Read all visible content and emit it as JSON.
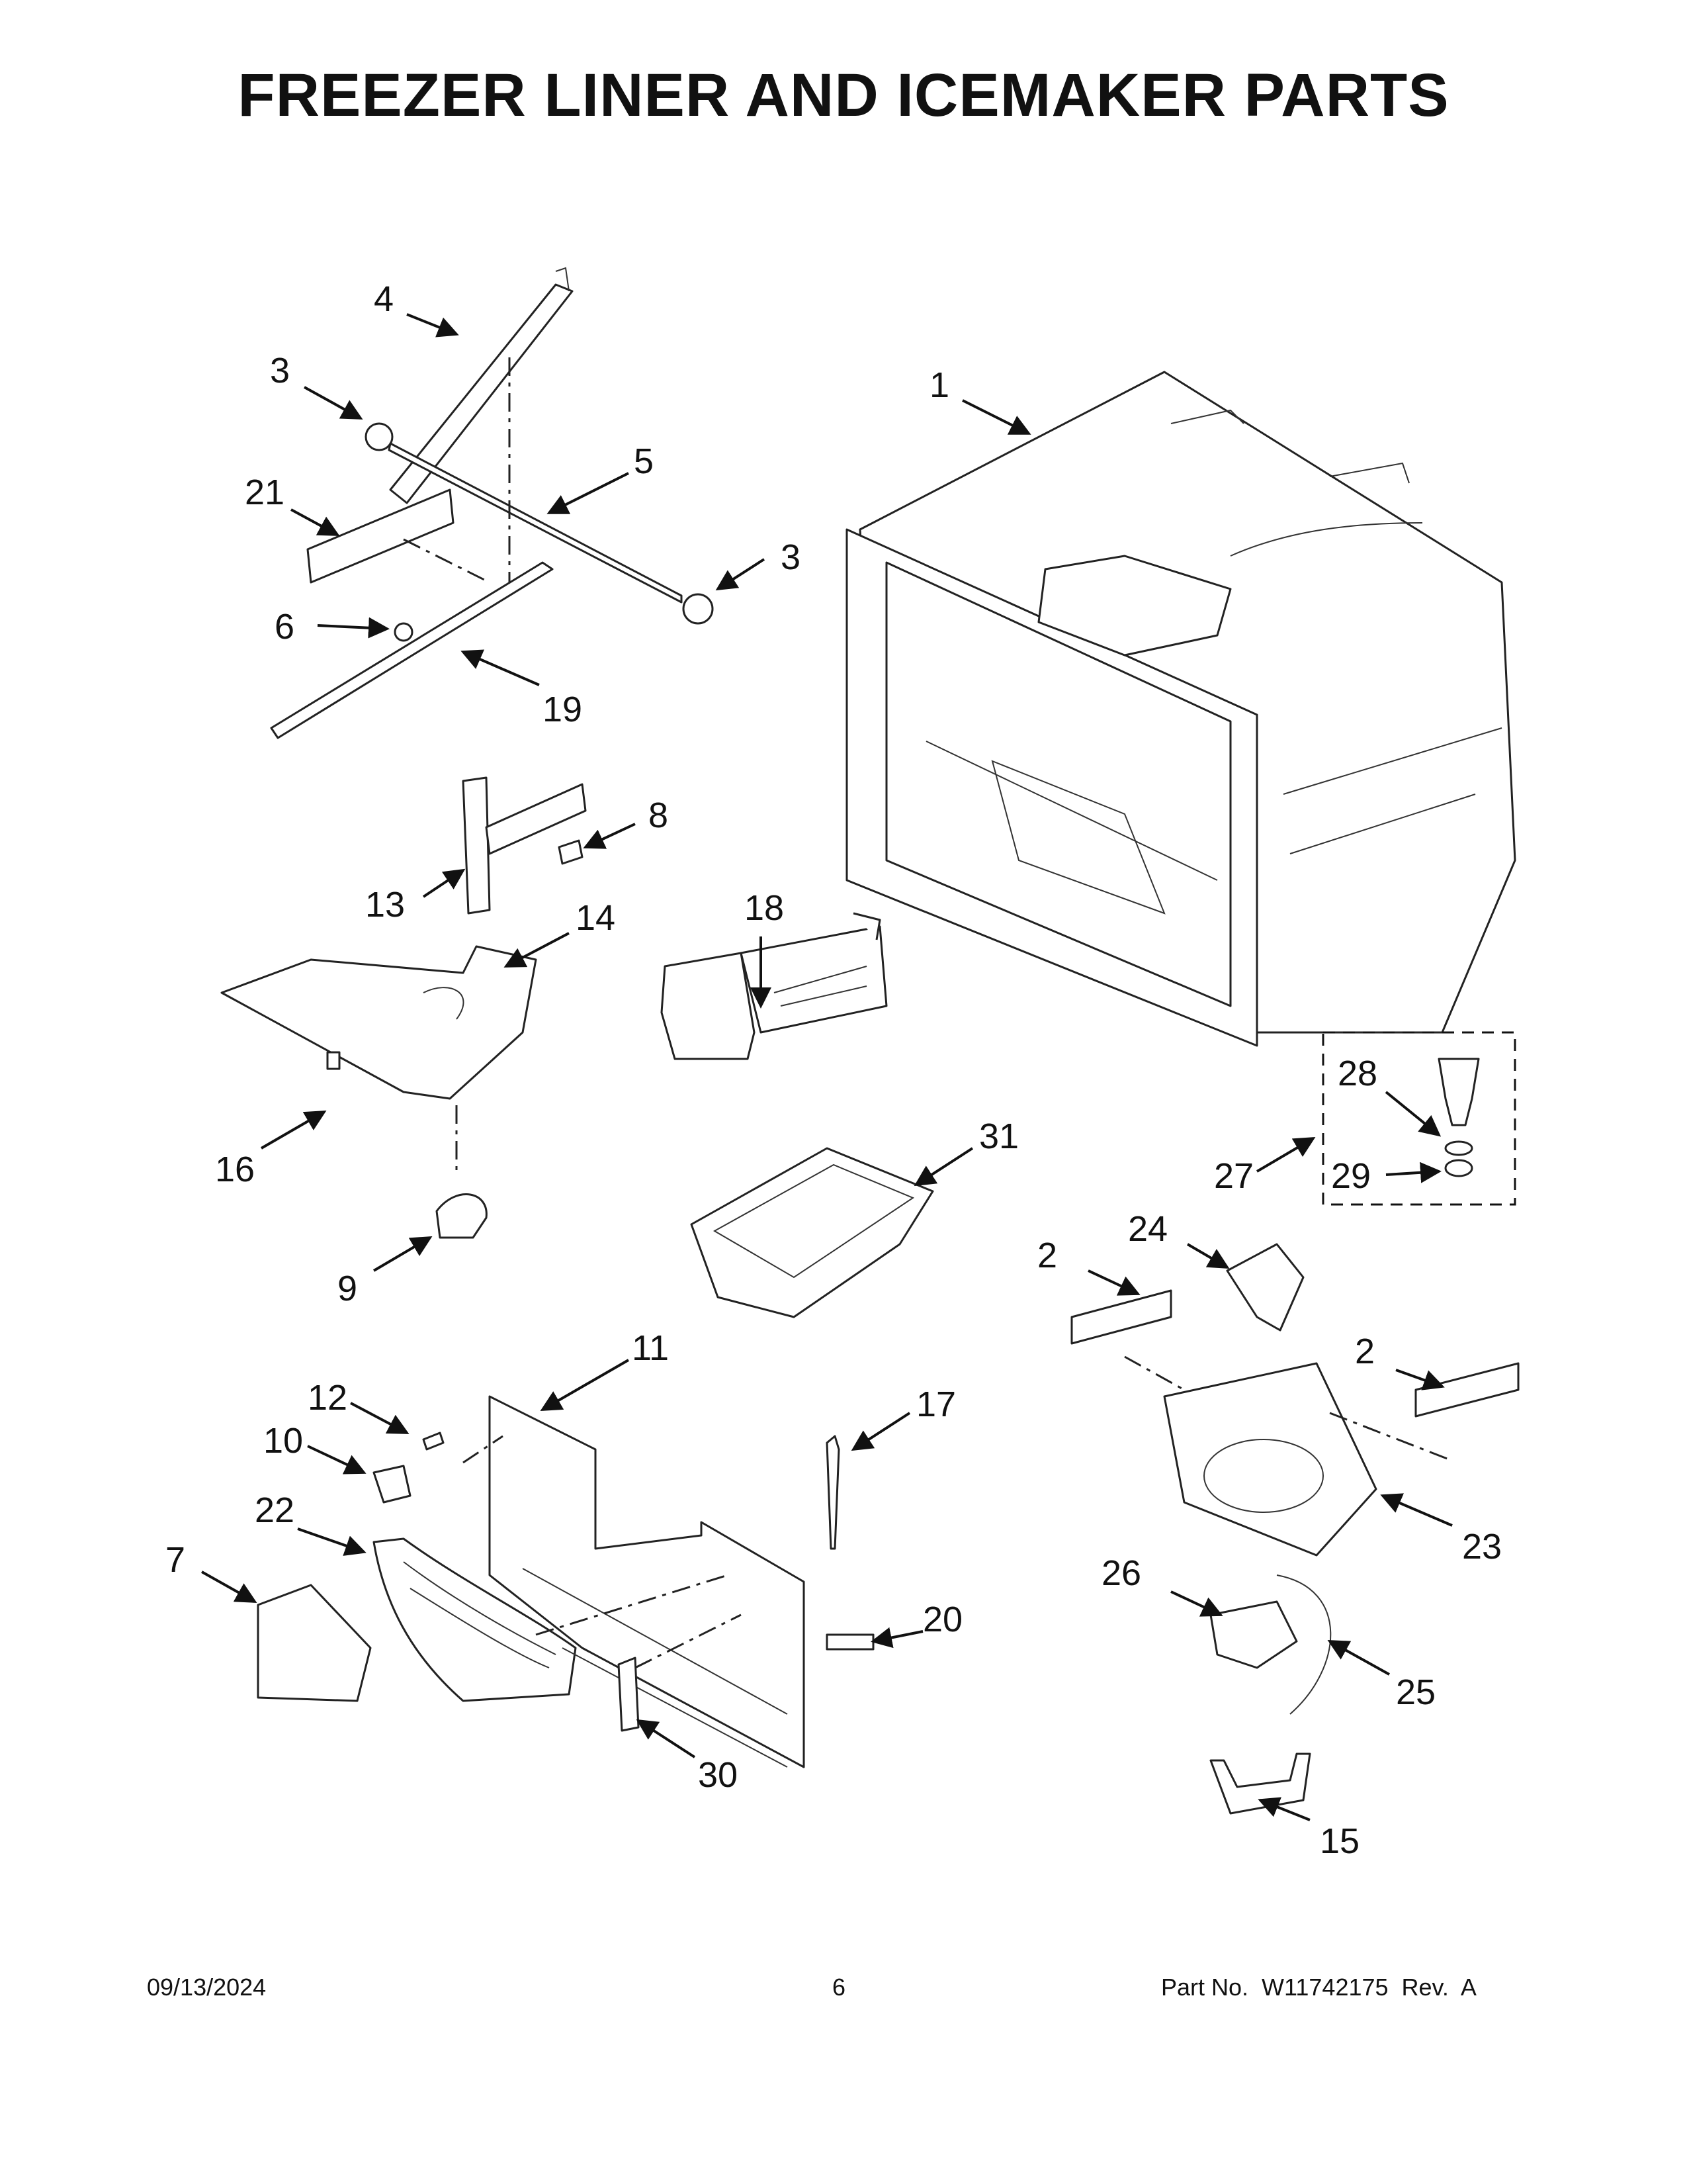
{
  "page": {
    "title": "FREEZER LINER AND ICEMAKER PARTS",
    "footer": {
      "date": "09/13/2024",
      "page_number": "6",
      "part_number": "Part No.  W11742175  Rev.  A"
    }
  },
  "callouts": {
    "c1": "1",
    "c2a": "2",
    "c2b": "2",
    "c3a": "3",
    "c3b": "3",
    "c4": "4",
    "c5": "5",
    "c6": "6",
    "c7": "7",
    "c8": "8",
    "c9": "9",
    "c10": "10",
    "c11": "11",
    "c12": "12",
    "c13": "13",
    "c14": "14",
    "c15": "15",
    "c16": "16",
    "c17": "17",
    "c18": "18",
    "c19": "19",
    "c20": "20",
    "c21": "21",
    "c22": "22",
    "c23": "23",
    "c24": "24",
    "c25": "25",
    "c26": "26",
    "c27": "27",
    "c28": "28",
    "c29": "29",
    "c30": "30",
    "c31": "31"
  }
}
